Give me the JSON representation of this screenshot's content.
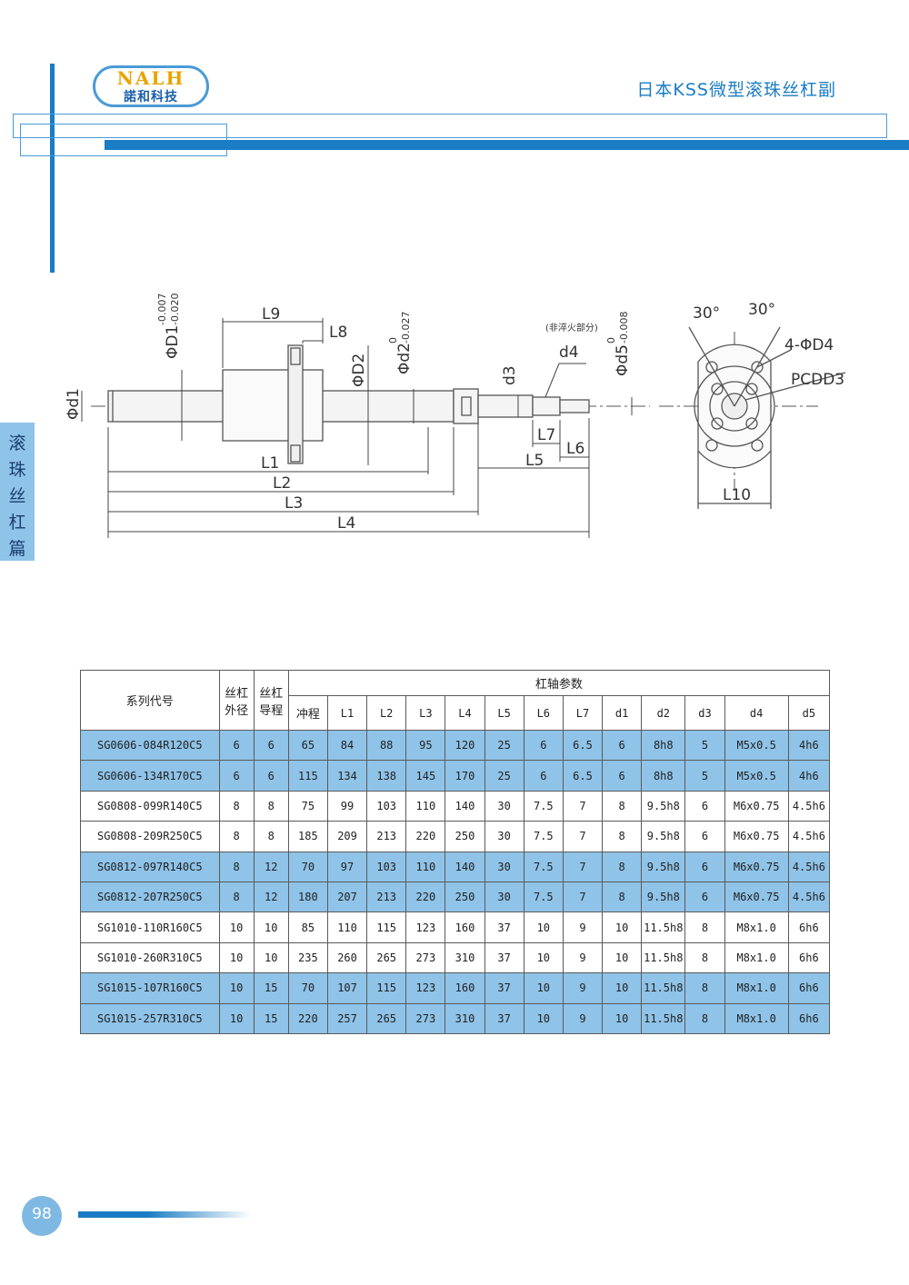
{
  "header": {
    "logo_text": "NALH",
    "logo_cn": "諾和科技",
    "page_title": "日本KSS微型滚珠丝杠副"
  },
  "sidetab": {
    "chars": [
      "滚",
      "珠",
      "丝",
      "杠",
      "篇"
    ]
  },
  "drawing": {
    "labels": {
      "L9": "L9",
      "L8": "L8",
      "D1": "ΦD1",
      "D1_up": "-0.007",
      "D1_lo": "-0.020",
      "d2": "Φd2",
      "d2_up": "0",
      "d2_lo": "-0.027",
      "D2": "ΦD2",
      "d1": "Φd1",
      "d3": "d3",
      "note": "(非淬火部分)",
      "d4": "d4",
      "d5": "Φd5",
      "d5_up": "0",
      "d5_lo": "-0.008",
      "L1": "L1",
      "L2": "L2",
      "L3": "L3",
      "L4": "L4",
      "L5": "L5",
      "L6": "L6",
      "L7": "L7",
      "ang1": "30°",
      "ang2": "30°",
      "holes": "4-ΦD4",
      "pcd": "PCDD3",
      "L10": "L10"
    }
  },
  "table": {
    "series_header": "系列代号",
    "outer_dia_header": "丝杠外径",
    "lead_header": "丝杠导程",
    "shaft_params_header": "杠轴参数",
    "sub_headers": [
      "冲程",
      "L1",
      "L2",
      "L3",
      "L4",
      "L5",
      "L6",
      "L7",
      "d1",
      "d2",
      "d3",
      "d4",
      "d5"
    ],
    "rows": [
      {
        "highlight": true,
        "cells": [
          "SG0606-084R120C5",
          "6",
          "6",
          "65",
          "84",
          "88",
          "95",
          "120",
          "25",
          "6",
          "6.5",
          "6",
          "8h8",
          "5",
          "M5x0.5",
          "4h6"
        ]
      },
      {
        "highlight": true,
        "cells": [
          "SG0606-134R170C5",
          "6",
          "6",
          "115",
          "134",
          "138",
          "145",
          "170",
          "25",
          "6",
          "6.5",
          "6",
          "8h8",
          "5",
          "M5x0.5",
          "4h6"
        ]
      },
      {
        "highlight": false,
        "cells": [
          "SG0808-099R140C5",
          "8",
          "8",
          "75",
          "99",
          "103",
          "110",
          "140",
          "30",
          "7.5",
          "7",
          "8",
          "9.5h8",
          "6",
          "M6x0.75",
          "4.5h6"
        ]
      },
      {
        "highlight": false,
        "cells": [
          "SG0808-209R250C5",
          "8",
          "8",
          "185",
          "209",
          "213",
          "220",
          "250",
          "30",
          "7.5",
          "7",
          "8",
          "9.5h8",
          "6",
          "M6x0.75",
          "4.5h6"
        ]
      },
      {
        "highlight": true,
        "cells": [
          "SG0812-097R140C5",
          "8",
          "12",
          "70",
          "97",
          "103",
          "110",
          "140",
          "30",
          "7.5",
          "7",
          "8",
          "9.5h8",
          "6",
          "M6x0.75",
          "4.5h6"
        ]
      },
      {
        "highlight": true,
        "cells": [
          "SG0812-207R250C5",
          "8",
          "12",
          "180",
          "207",
          "213",
          "220",
          "250",
          "30",
          "7.5",
          "7",
          "8",
          "9.5h8",
          "6",
          "M6x0.75",
          "4.5h6"
        ]
      },
      {
        "highlight": false,
        "cells": [
          "SG1010-110R160C5",
          "10",
          "10",
          "85",
          "110",
          "115",
          "123",
          "160",
          "37",
          "10",
          "9",
          "10",
          "11.5h8",
          "8",
          "M8x1.0",
          "6h6"
        ]
      },
      {
        "highlight": false,
        "cells": [
          "SG1010-260R310C5",
          "10",
          "10",
          "235",
          "260",
          "265",
          "273",
          "310",
          "37",
          "10",
          "9",
          "10",
          "11.5h8",
          "8",
          "M8x1.0",
          "6h6"
        ]
      },
      {
        "highlight": true,
        "cells": [
          "SG1015-107R160C5",
          "10",
          "15",
          "70",
          "107",
          "115",
          "123",
          "160",
          "37",
          "10",
          "9",
          "10",
          "11.5h8",
          "8",
          "M8x1.0",
          "6h6"
        ]
      },
      {
        "highlight": true,
        "cells": [
          "SG1015-257R310C5",
          "10",
          "15",
          "220",
          "257",
          "265",
          "273",
          "310",
          "37",
          "10",
          "9",
          "10",
          "11.5h8",
          "8",
          "M8x1.0",
          "6h6"
        ]
      }
    ]
  },
  "footer": {
    "page_number": "98"
  },
  "colors": {
    "accent": "#1a7cc4",
    "highlight_row": "#8fc3e8",
    "sidetab": "#8fc3e8"
  }
}
